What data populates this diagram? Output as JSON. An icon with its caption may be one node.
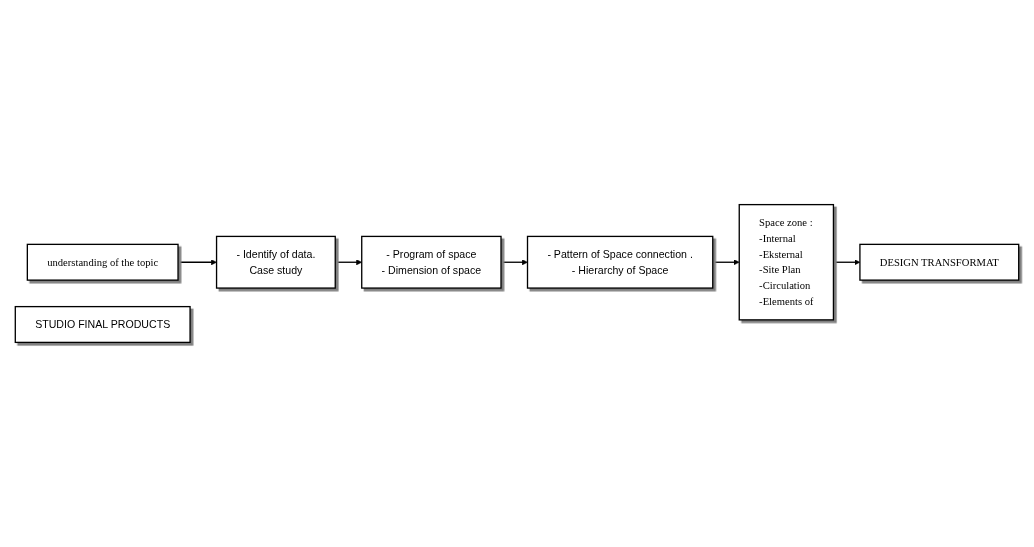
{
  "diagram": {
    "nodes": [
      {
        "text": [
          "understanding of the topic"
        ]
      },
      {
        "text": [
          "- Identify of data.",
          "Case study"
        ]
      },
      {
        "text": [
          "- Program of space",
          "- Dimension of space"
        ]
      },
      {
        "text": [
          "- Pattern of Space connection .",
          "- Hierarchy of Space"
        ]
      },
      {
        "text": [
          "Space zone :",
          "-Internal",
          "-Eksternal",
          "-Site Plan",
          "-Circulation",
          "-Elements of"
        ]
      },
      {
        "text": [
          "DESIGN TRANSFORMAT"
        ]
      },
      {
        "text": [
          "STUDIO FINAL PRODUCTS"
        ]
      }
    ],
    "edges": [
      {
        "from": 0,
        "to": 1,
        "arrow": "to"
      },
      {
        "from": 1,
        "to": 2,
        "arrow": "to"
      },
      {
        "from": 2,
        "to": 3,
        "arrow": "to"
      },
      {
        "from": 3,
        "to": 4,
        "arrow": "to"
      },
      {
        "from": 4,
        "to": 5,
        "arrow": "to"
      }
    ]
  }
}
